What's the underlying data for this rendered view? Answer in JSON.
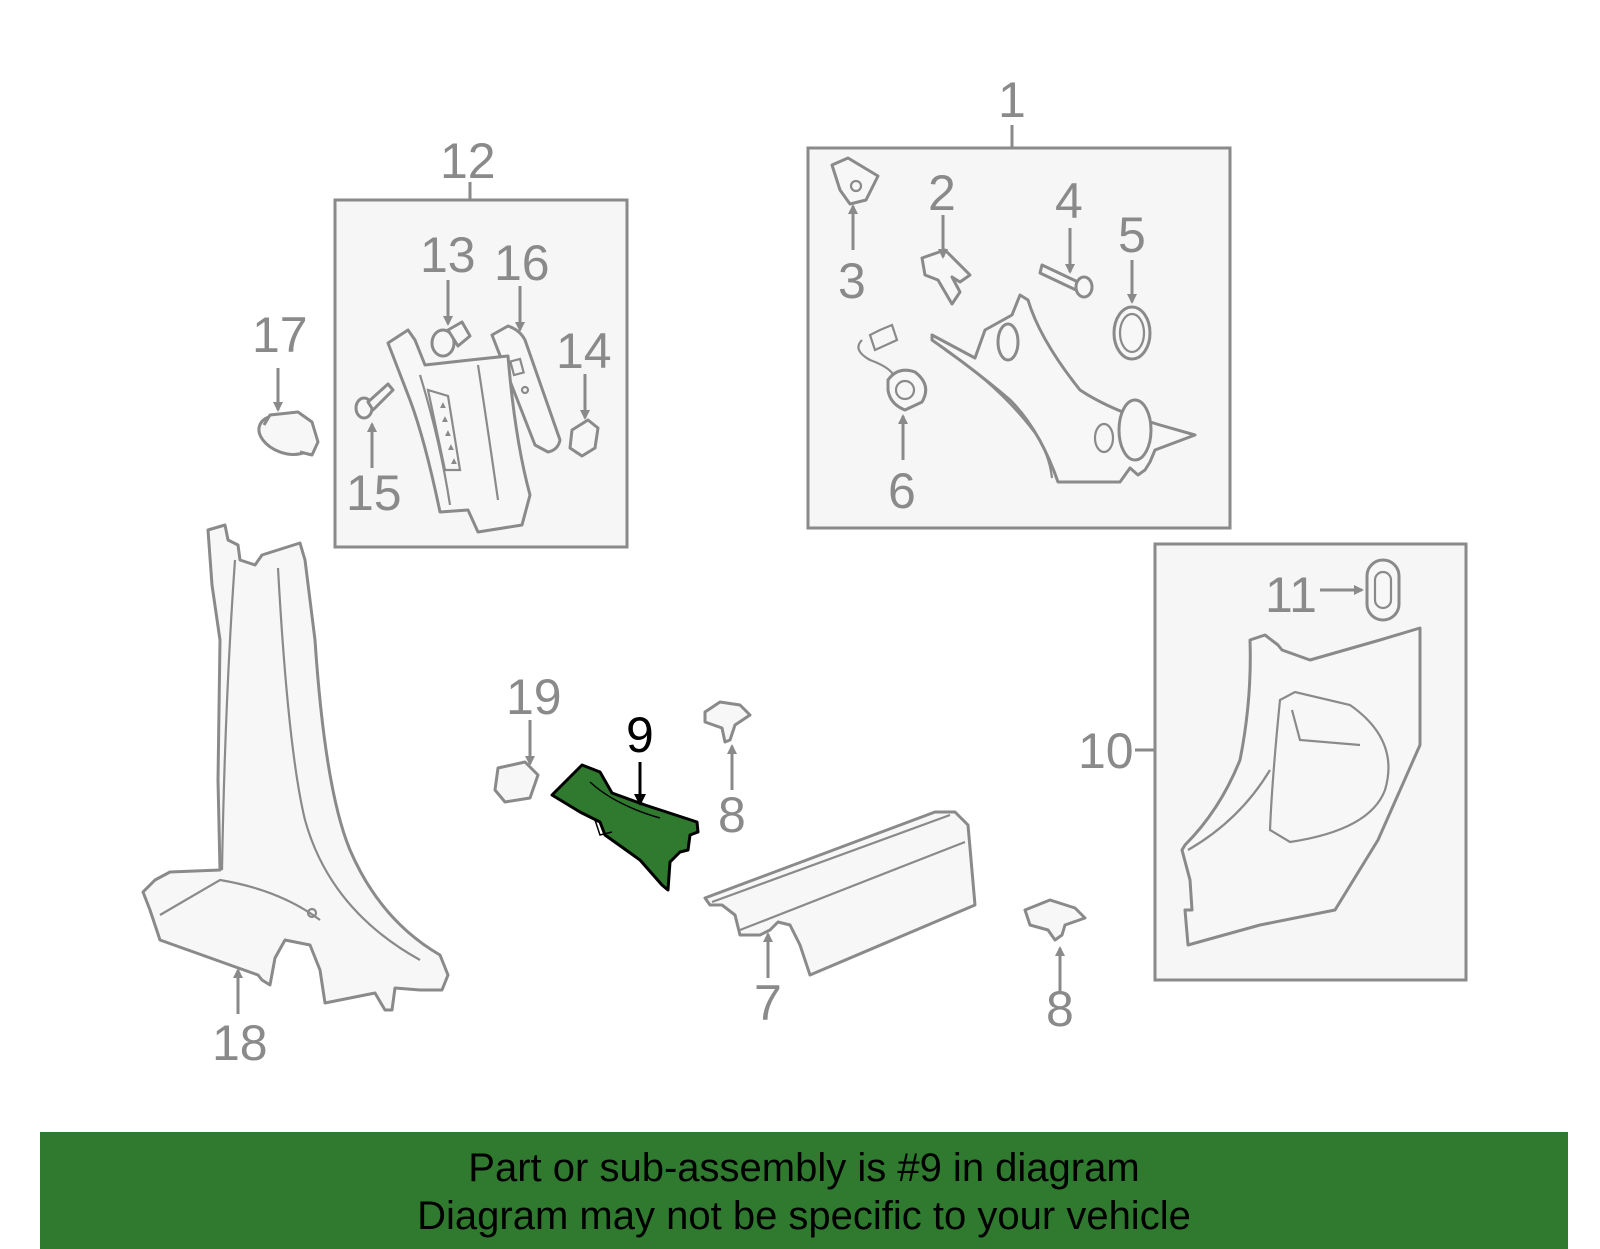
{
  "diagram": {
    "highlight_color": "#2f7a2f",
    "highlighted_callout": "9",
    "callouts": {
      "c1": "1",
      "c2": "2",
      "c3": "3",
      "c4": "4",
      "c5": "5",
      "c6": "6",
      "c7": "7",
      "c8a": "8",
      "c8b": "8",
      "c9": "9",
      "c10": "10",
      "c11": "11",
      "c12": "12",
      "c13": "13",
      "c14": "14",
      "c15": "15",
      "c16": "16",
      "c17": "17",
      "c18": "18",
      "c19": "19"
    }
  },
  "banner": {
    "line1": "Part or sub-assembly is #9 in diagram",
    "line2": "Diagram may not be specific to your vehicle",
    "background": "#2f7a2f"
  }
}
